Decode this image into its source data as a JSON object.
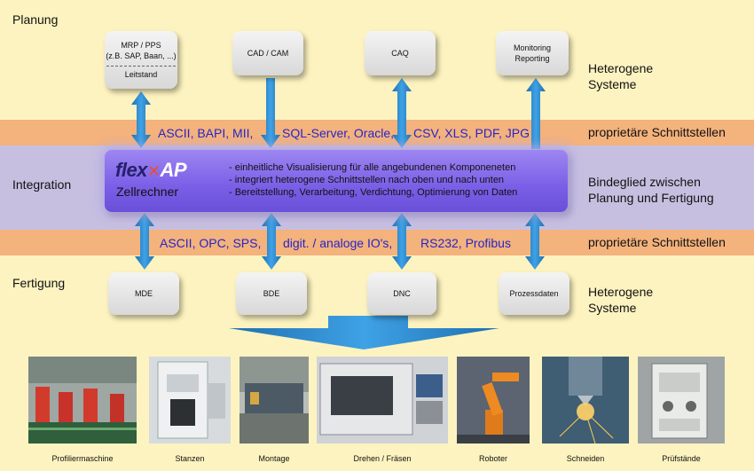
{
  "sections": {
    "planning": "Planung",
    "integration": "Integration",
    "production": "Fertigung"
  },
  "right_labels": {
    "heterogeneous_top": [
      "Heterogene",
      "Systeme"
    ],
    "proprietary_top": "proprietäre Schnittstellen",
    "link": [
      "Bindeglied zwischen",
      "Planung und Fertigung"
    ],
    "proprietary_bottom": "proprietäre Schnittstellen",
    "heterogeneous_bottom": [
      "Heterogene",
      "Systeme"
    ]
  },
  "top_systems": {
    "mrp": {
      "line1": "MRP / PPS",
      "line2": "(z.B. SAP, Baan, ...)",
      "line3": "Leitstand"
    },
    "cad": "CAD / CAM",
    "caq": "CAQ",
    "monitoring": {
      "line1": "Monitoring",
      "line2": "Reporting"
    }
  },
  "top_interfaces": {
    "a": "ASCII, BAPI, MII,",
    "b": "SQL-Server, Oracle,",
    "c": "CSV, XLS, PDF, JPG"
  },
  "central": {
    "logo_a": "flex",
    "logo_b": "AP",
    "subtitle": "Zellrechner",
    "bullets": [
      "- einheitliche Visualisierung für alle angebundenen Komponeneten",
      "- integriert heterogene Schnittstellen nach oben und nach unten",
      "- Bereitstellung, Verarbeitung, Verdichtung, Optimierung von Daten"
    ]
  },
  "bottom_interfaces": {
    "a": "ASCII, OPC, SPS,",
    "b": "digit. / analoge IO's,",
    "c": "RS232, Profibus"
  },
  "bottom_systems": {
    "mde": "MDE",
    "bde": "BDE",
    "dnc": "DNC",
    "process": "Prozessdaten"
  },
  "machines": [
    "Profiliermaschine",
    "Stanzen",
    "Montage",
    "Drehen / Fräsen",
    "Roboter",
    "Schneiden",
    "Prüfstände"
  ],
  "colors": {
    "arrow": "#2a86c8",
    "orange_band": "#f4b27c",
    "lavender_band": "#c7bfe0",
    "interface_text": "#2525c8"
  }
}
